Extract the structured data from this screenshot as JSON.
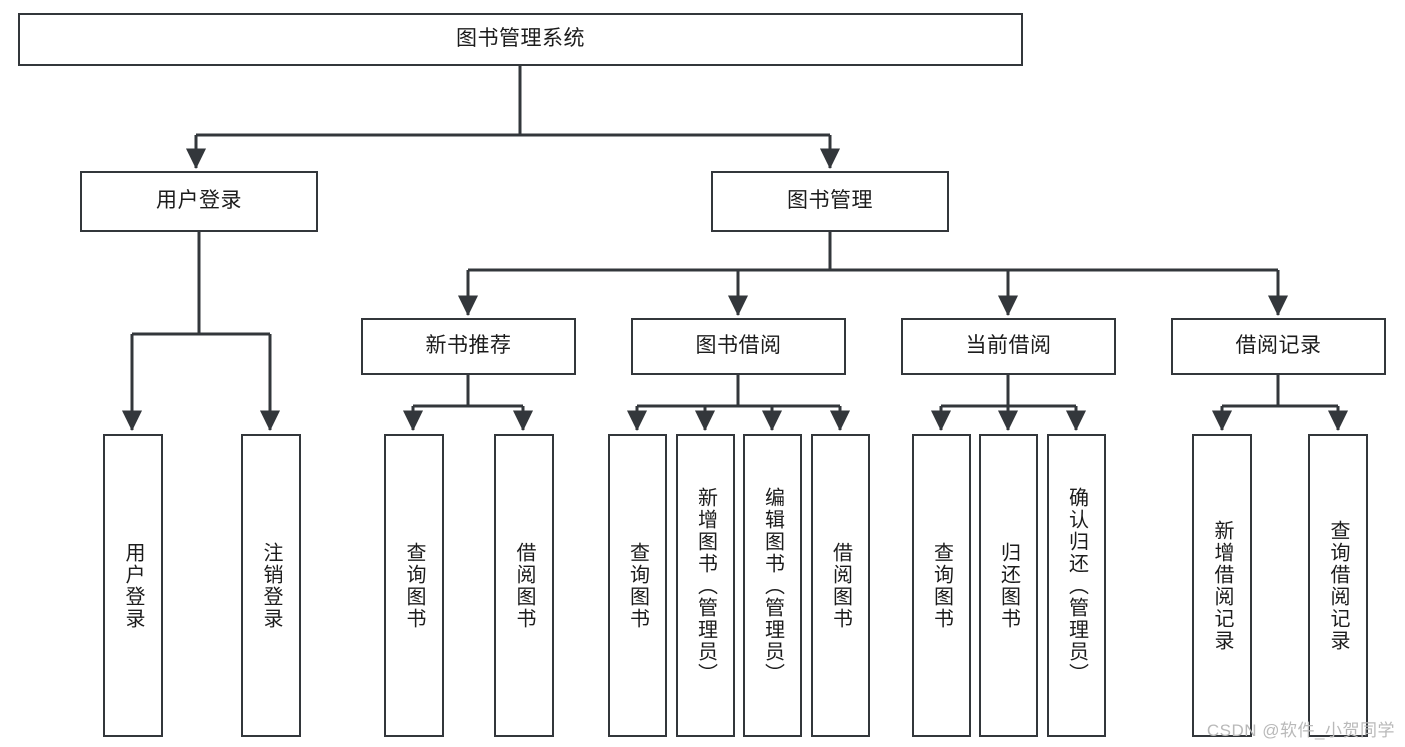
{
  "diagram": {
    "title": "图书管理系统",
    "watermark": "CSDN @软件_小贺同学",
    "colors": {
      "stroke": "#33373b",
      "fill": "#ffffff",
      "text": "#1c1c1c",
      "watermark": "#b9b9b9"
    },
    "nodes": {
      "root": {
        "label": "图书管理系统"
      },
      "level2": [
        {
          "label": "用户登录"
        },
        {
          "label": "图书管理"
        }
      ],
      "level3": [
        {
          "label": "新书推荐"
        },
        {
          "label": "图书借阅"
        },
        {
          "label": "当前借阅"
        },
        {
          "label": "借阅记录"
        }
      ],
      "leaves": {
        "user_login": [
          {
            "label": "用户登录"
          },
          {
            "label": "注销登录"
          }
        ],
        "new_book": [
          {
            "label": "查询图书"
          },
          {
            "label": "借阅图书"
          }
        ],
        "book_borrow": [
          {
            "label": "查询图书"
          },
          {
            "label": "新增图书（管理员）"
          },
          {
            "label": "编辑图书（管理员）"
          },
          {
            "label": "借阅图书"
          }
        ],
        "current_borrow": [
          {
            "label": "查询图书"
          },
          {
            "label": "归还图书"
          },
          {
            "label": "确认归还（管理员）"
          }
        ],
        "borrow_record": [
          {
            "label": "新增借阅记录"
          },
          {
            "label": "查询借阅记录"
          }
        ]
      }
    }
  }
}
